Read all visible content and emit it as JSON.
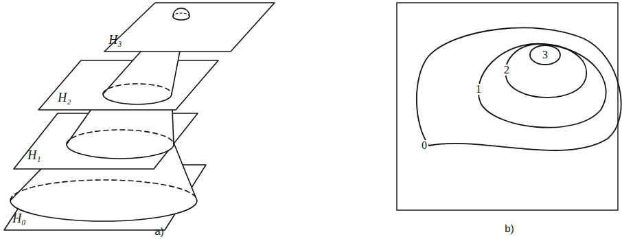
{
  "diagram": {
    "labels": [
      "H₃",
      "H₂",
      "H₁",
      "H₀",
      "a)",
      "3",
      "2",
      "1",
      "0",
      "b)"
    ]
  }
}
